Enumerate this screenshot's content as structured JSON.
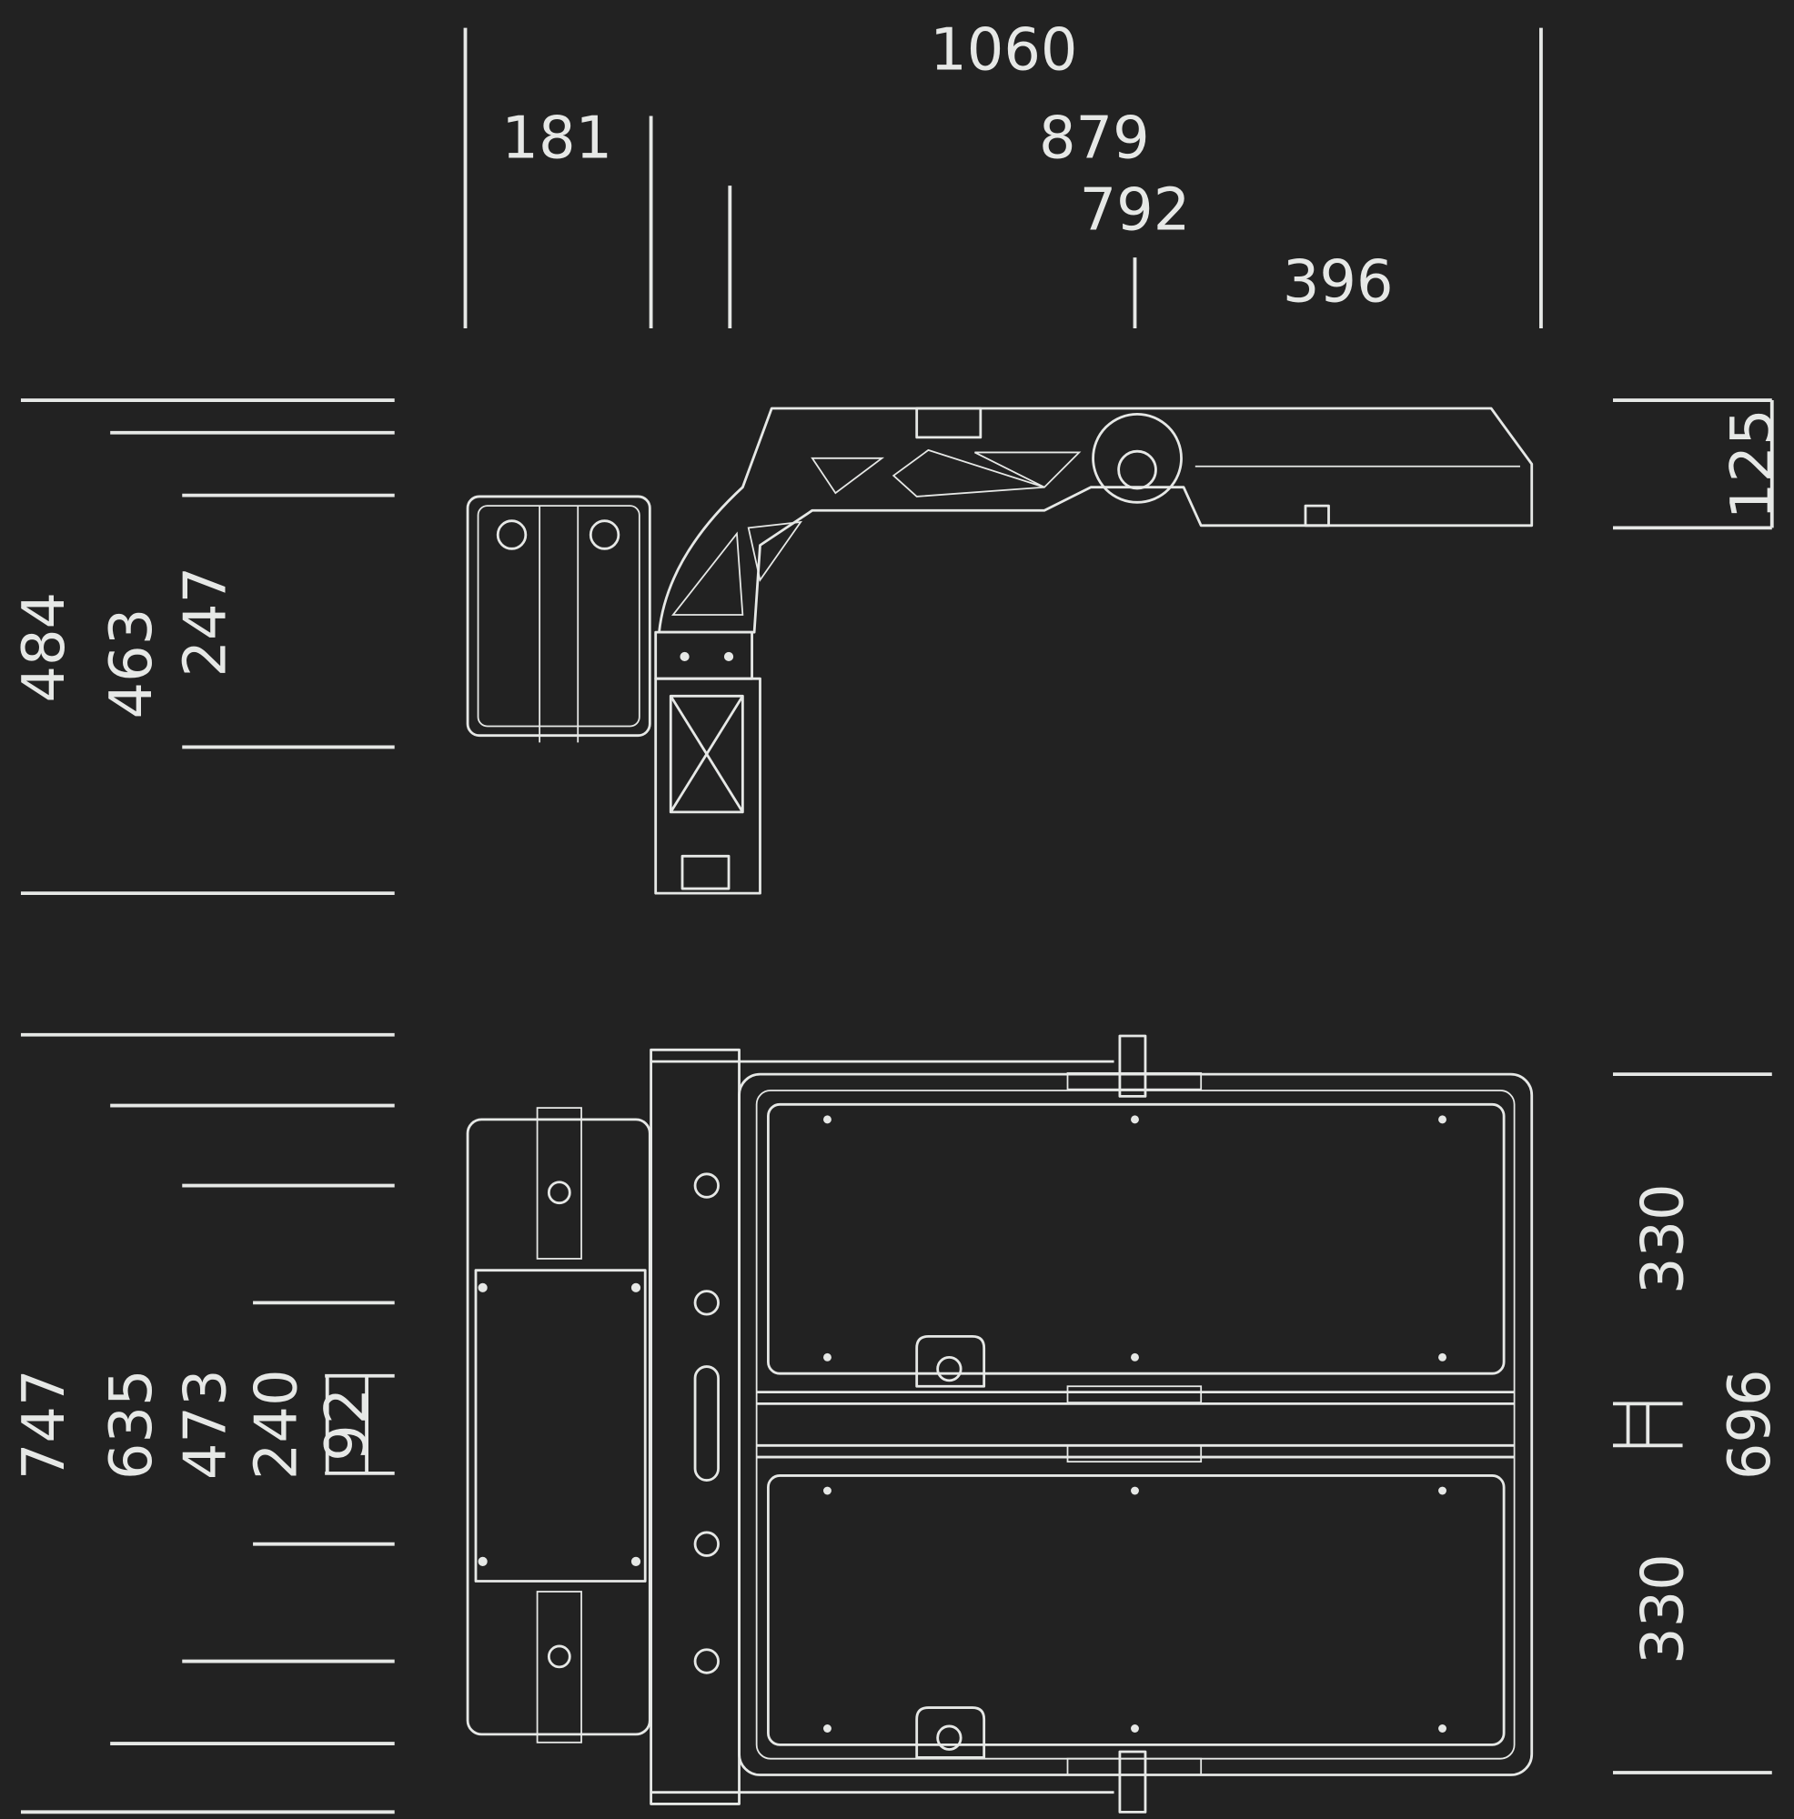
{
  "colors": {
    "background": "#222222",
    "line": "#e6e8e6"
  },
  "top_dimensions": {
    "overall": "1060",
    "a": "181",
    "b": "879",
    "c": "792",
    "d": "396"
  },
  "side_view_left": {
    "overall": "484",
    "b": "463",
    "c": "247"
  },
  "side_view_right": {
    "height": "125"
  },
  "plan_view_left": {
    "overall": "747",
    "b": "635",
    "c": "473",
    "d": "240",
    "e": "92"
  },
  "plan_view_right": {
    "upper": "330",
    "lower": "330",
    "overall": "696"
  }
}
